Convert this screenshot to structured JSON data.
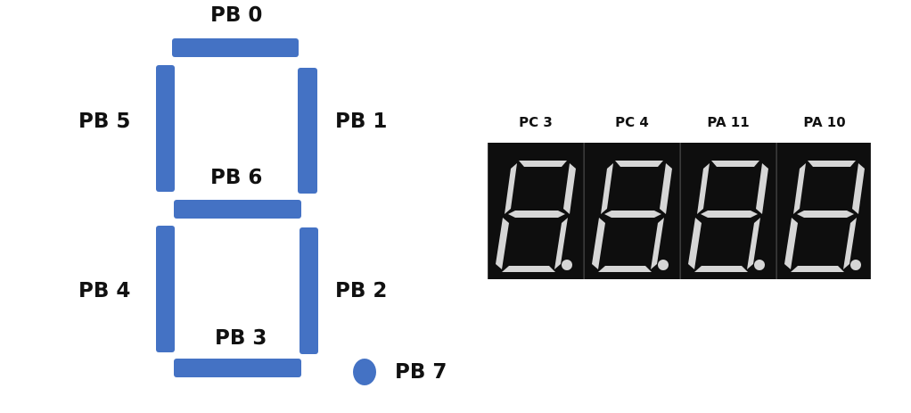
{
  "segments": {
    "a": "PB 0",
    "b": "PB 1",
    "c": "PB 2",
    "d": "PB 3",
    "e": "PB 4",
    "f": "PB 5",
    "g": "PB 6",
    "dp": "PB 7"
  },
  "digit_pins": [
    "PC 3",
    "PC 4",
    "PA 11",
    "PA 10"
  ],
  "colors": {
    "segment": "#4472c4",
    "display_body": "#141414",
    "led_segment": "#d6d6d6"
  }
}
